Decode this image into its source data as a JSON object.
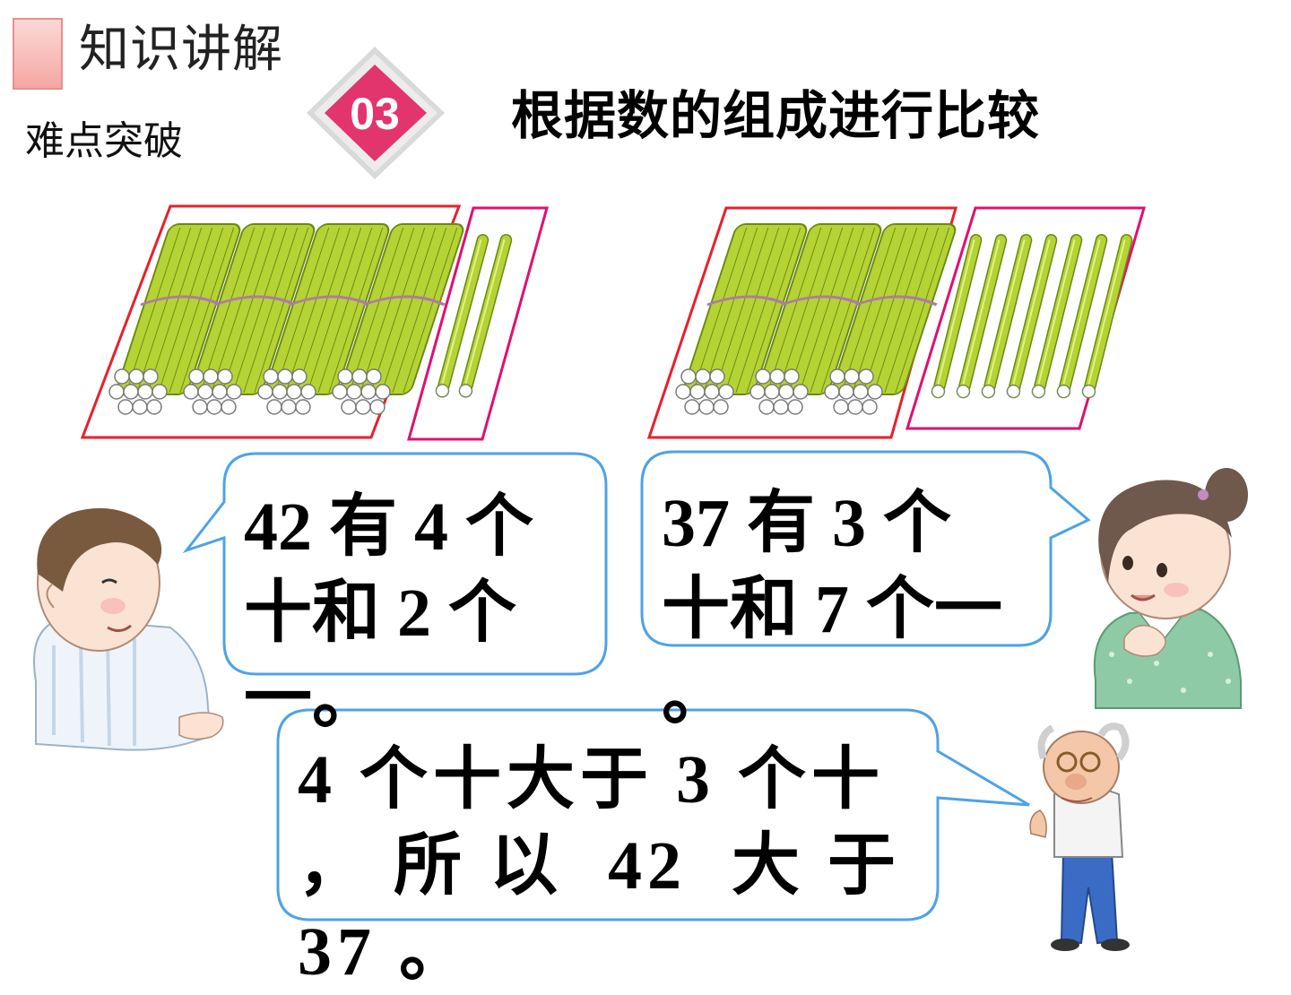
{
  "header": {
    "title": "知识讲解",
    "subtitle": "难点突破"
  },
  "badge": {
    "number": "03"
  },
  "section": {
    "title": "根据数的组成进行比较"
  },
  "groups": [
    {
      "tens_bundles": 4,
      "ones_sticks": 2
    },
    {
      "tens_bundles": 3,
      "ones_sticks": 7
    }
  ],
  "bubbles": {
    "boy": "42 有 4 个\n十和 2 个\n一。",
    "girl": "37 有 3 个\n十和 7 个一\n。",
    "grandpa": "4 个十大于 3 个十\n， 所 以  42  大 于\n37 。"
  },
  "colors": {
    "stick_green": "#b5d334",
    "tens_frame": "#e8202a",
    "ones_frame": "#e0106e",
    "bubble_border": "#4ea3e6",
    "badge_pink": "#e2356e"
  }
}
